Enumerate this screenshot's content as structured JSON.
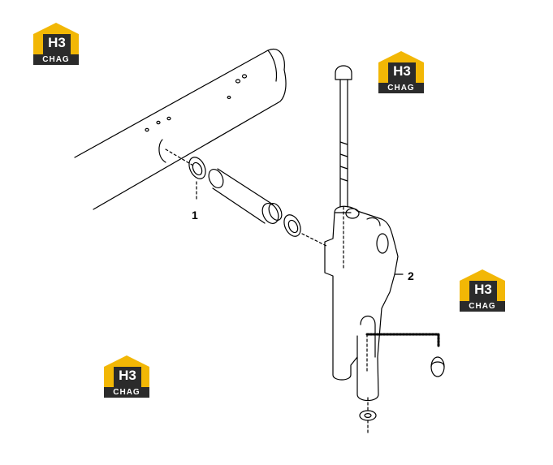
{
  "logo": {
    "mark": "H3",
    "name": "CHAG",
    "colors": {
      "roof": "#f2b705",
      "body": "#2b2b2b",
      "text": "#ffffff"
    }
  },
  "callouts": {
    "part1": "1",
    "part2": "2"
  },
  "line_color": "#000000"
}
